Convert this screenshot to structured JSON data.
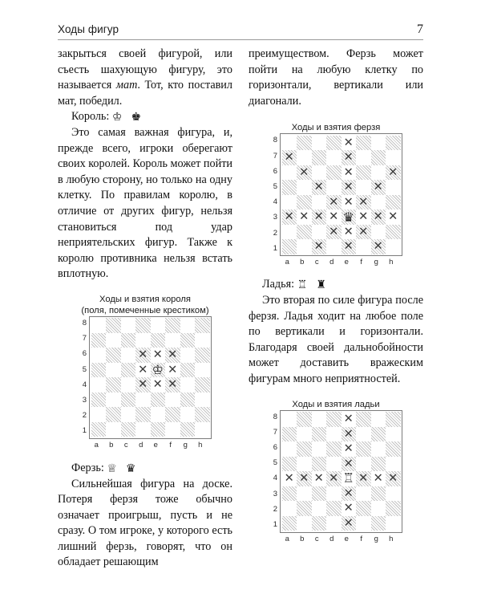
{
  "header": {
    "title": "Ходы фигур",
    "page_number": "7"
  },
  "left_column": {
    "paragraph_continued": "закрыться своей фигурой, или съесть шахующую фигуру, это называется ",
    "paragraph_italic": "мат",
    "paragraph_continued_2": ". Тот, кто поставил мат, победил.",
    "king_label": "Король:",
    "king_glyph_white": "♔",
    "king_glyph_black": "♚",
    "king_paragraph": "Это самая важная фигура, и, прежде всего, игроки оберегают своих королей. Король может пойти в любую сторону, но только на одну клетку. По правилам королю, в отличие от других фигур, нельзя становиться под удар неприятельских фигур. Также к королю противника нельзя встать вплотную.",
    "queen_label": "Ферзь:",
    "queen_glyph_white": "♕",
    "queen_glyph_black": "♛",
    "queen_paragraph": "Сильнейшая фигура на доске. Потеря ферзя тоже обычно означает проигрыш, пусть и не сразу. О том игроке, у которого есть лишний ферзь, говорят, что он обладает решающим"
  },
  "right_column": {
    "queen_paragraph_continued": "преимуществом. Ферзь может пойти на любую клетку по горизонтали, вертикали или диагонали.",
    "rook_label": "Ладья:",
    "rook_glyph_white": "♖",
    "rook_glyph_black": "♜",
    "rook_paragraph": "Это вторая по силе фигура после ферзя. Ладья ходит на любое поле по вертикали и горизонтали. Благодаря своей дальнобойности может доставить вражеским фигурам много неприятностей."
  },
  "diagrams": [
    {
      "id": "king-diagram",
      "caption_line1": "Ходы и взятия короля",
      "caption_line2": "(поля, помеченные крестиком)",
      "files": [
        "a",
        "b",
        "c",
        "d",
        "e",
        "f",
        "g",
        "h"
      ],
      "ranks": [
        "8",
        "7",
        "6",
        "5",
        "4",
        "3",
        "2",
        "1"
      ],
      "piece": {
        "square": "e5",
        "glyph": "♔",
        "name": "white-king"
      },
      "marks": [
        "d6",
        "e6",
        "f6",
        "d5",
        "f5",
        "d4",
        "e4",
        "f4"
      ],
      "mark_glyph": "✕"
    },
    {
      "id": "queen-diagram",
      "caption_line1": "Ходы и взятия ферзя",
      "caption_line2": "",
      "files": [
        "a",
        "b",
        "c",
        "d",
        "e",
        "f",
        "g",
        "h"
      ],
      "ranks": [
        "8",
        "7",
        "6",
        "5",
        "4",
        "3",
        "2",
        "1"
      ],
      "piece": {
        "square": "e3",
        "glyph": "♛",
        "name": "black-queen"
      },
      "marks": [
        "e8",
        "e7",
        "e6",
        "e5",
        "e4",
        "e2",
        "e1",
        "a3",
        "b3",
        "c3",
        "d3",
        "f3",
        "g3",
        "h3",
        "a7",
        "b6",
        "c5",
        "d4",
        "f2",
        "g1",
        "c1",
        "d2",
        "f4",
        "g5",
        "h6"
      ],
      "mark_glyph": "✕"
    },
    {
      "id": "rook-diagram",
      "caption_line1": "Ходы и взятия ладьи",
      "caption_line2": "",
      "files": [
        "a",
        "b",
        "c",
        "d",
        "e",
        "f",
        "g",
        "h"
      ],
      "ranks": [
        "8",
        "7",
        "6",
        "5",
        "4",
        "3",
        "2",
        "1"
      ],
      "piece": {
        "square": "e4",
        "glyph": "♖",
        "name": "white-rook"
      },
      "marks": [
        "e8",
        "e7",
        "e6",
        "e5",
        "e3",
        "e2",
        "e1",
        "a4",
        "b4",
        "c4",
        "d4",
        "f4",
        "g4",
        "h4"
      ],
      "mark_glyph": "✕"
    }
  ],
  "colors": {
    "text": "#101010",
    "rule": "#9a9a9a",
    "board_border": "#7b7b7b",
    "dark_square": "#c3c3c3",
    "mark": "#3a3a3a"
  }
}
